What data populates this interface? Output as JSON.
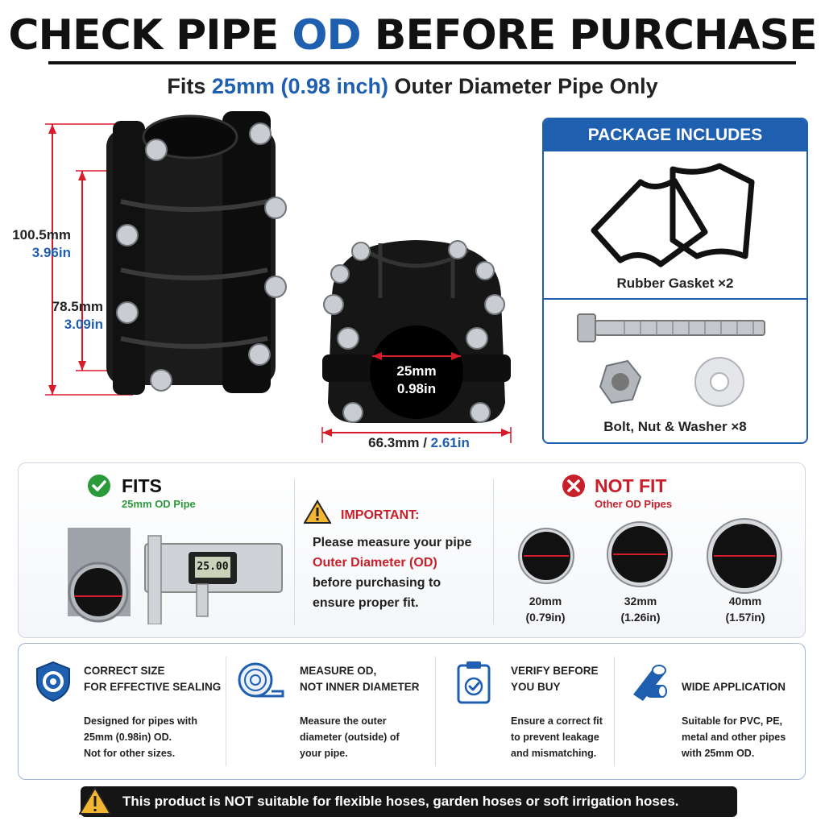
{
  "header": {
    "title_part1": "CHECK PIPE ",
    "title_highlight": "OD",
    "title_part2": " BEFORE PURCHASE",
    "subtitle_part1": "Fits ",
    "subtitle_highlight": "25mm (0.98 inch)",
    "subtitle_part2": " Outer Diameter Pipe Only"
  },
  "dimensions": {
    "outer_length_mm": "100.5mm",
    "outer_length_in": "3.96in",
    "inner_length_mm": "78.5mm",
    "inner_length_in": "3.09in",
    "bore_mm": "25mm",
    "bore_in": "0.98in",
    "width_mm": "66.3mm",
    "width_sep": " / ",
    "width_in": "2.61in"
  },
  "package": {
    "heading": "PACKAGE INCLUDES",
    "item1": "Rubber Gasket ×2",
    "item2": "Bolt, Nut & Washer ×8"
  },
  "fits": {
    "heading": "FITS",
    "sub": "25mm OD Pipe",
    "caliper_reading": "25.00"
  },
  "important": {
    "heading": "IMPORTANT:",
    "line1": "Please measure your pipe",
    "line2": "Outer Diameter (OD)",
    "line3": "before purchasing to",
    "line4": "ensure proper fit."
  },
  "not_fit": {
    "heading": "NOT FIT",
    "sub": "Other OD Pipes",
    "pipes": [
      {
        "mm": "20mm",
        "in": "(0.79in)"
      },
      {
        "mm": "32mm",
        "in": "(1.26in)"
      },
      {
        "mm": "40mm",
        "in": "(1.57in)"
      }
    ]
  },
  "info": [
    {
      "icon": "shield-icon",
      "title1": "CORRECT SIZE",
      "title2": "FOR EFFECTIVE SEALING",
      "body1": "Designed for pipes with",
      "body2": "25mm (0.98in) OD.",
      "body3": "Not for other sizes."
    },
    {
      "icon": "tape-measure-icon",
      "title1": "MEASURE OD,",
      "title2": "NOT INNER DIAMETER",
      "body1": "Measure the outer",
      "body2": "diameter (outside) of",
      "body3": "your pipe."
    },
    {
      "icon": "clipboard-check-icon",
      "title1": "VERIFY BEFORE",
      "title2": "YOU BUY",
      "body1": "Ensure a correct fit",
      "body2": "to prevent leakage",
      "body3": "and mismatching."
    },
    {
      "icon": "pipes-icon",
      "title1": "WIDE APPLICATION",
      "title2": "",
      "body1": "Suitable for PVC, PE,",
      "body2": "metal and other pipes",
      "body3": "with 25mm OD."
    }
  ],
  "footer": {
    "warning": "This product is NOT suitable for flexible hoses, garden hoses or soft irrigation hoses."
  },
  "colors": {
    "brand_blue": "#1f5fb0",
    "alert_red": "#c8202a",
    "ok_green": "#2b9a3a"
  }
}
